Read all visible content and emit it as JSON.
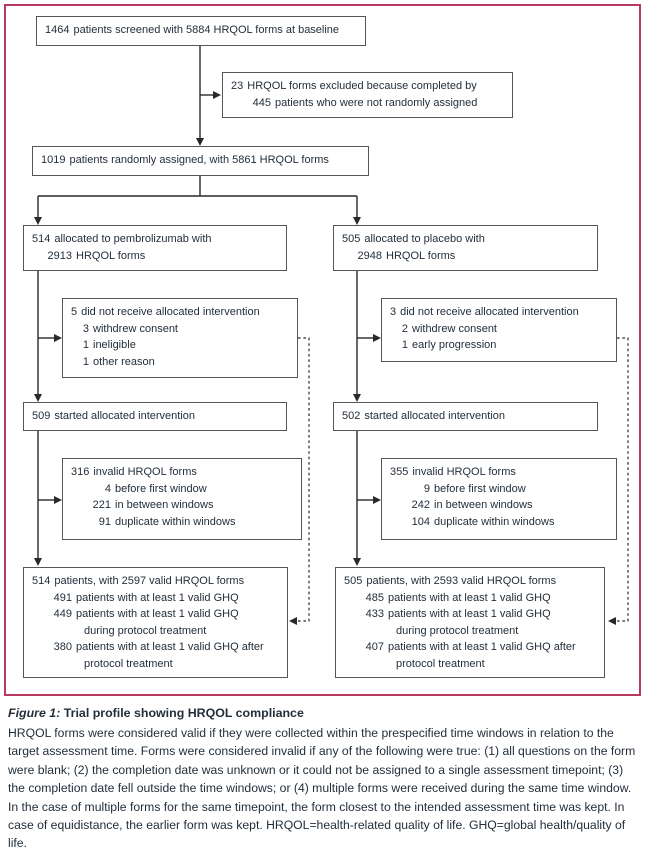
{
  "figure": {
    "colors": {
      "frame_pink": "#b93a5e",
      "box_border_gray": "#54565a",
      "text_ink": "#232f3b",
      "connector": "#27292b"
    },
    "boxes": {
      "screened": {
        "lines": [
          {
            "n": "1464",
            "t": "patients screened with 5884 HRQOL forms at baseline",
            "lvl": 0
          }
        ]
      },
      "excluded": {
        "lines": [
          {
            "n": "23",
            "t": "HRQOL forms excluded because completed by",
            "lvl": 0
          },
          {
            "n": "445",
            "t": "patients who were not randomly assigned",
            "lvl": 1
          }
        ]
      },
      "randomized": {
        "lines": [
          {
            "n": "1019",
            "t": "patients randomly assigned, with 5861 HRQOL forms",
            "lvl": 0
          }
        ]
      },
      "alloc_pembro": {
        "lines": [
          {
            "n": "514",
            "t": "allocated to pembrolizumab with",
            "lvl": 0
          },
          {
            "n": "2913",
            "t": "HRQOL forms",
            "lvl": 1
          }
        ]
      },
      "alloc_placebo": {
        "lines": [
          {
            "n": "505",
            "t": "allocated to placebo with",
            "lvl": 0
          },
          {
            "n": "2948",
            "t": "HRQOL forms",
            "lvl": 1
          }
        ]
      },
      "notrecv_pembro": {
        "lines": [
          {
            "n": "5",
            "t": "did not receive allocated intervention",
            "lvl": 0
          },
          {
            "n": "3",
            "t": "withdrew consent",
            "lvl": 1
          },
          {
            "n": "1",
            "t": "ineligible",
            "lvl": 1
          },
          {
            "n": "1",
            "t": "other reason",
            "lvl": 1
          }
        ]
      },
      "notrecv_placebo": {
        "lines": [
          {
            "n": "3",
            "t": "did not receive allocated intervention",
            "lvl": 0
          },
          {
            "n": "2",
            "t": "withdrew consent",
            "lvl": 1
          },
          {
            "n": "1",
            "t": "early progression",
            "lvl": 1
          }
        ]
      },
      "started_pembro": {
        "lines": [
          {
            "n": "509",
            "t": "started allocated intervention",
            "lvl": 0
          }
        ]
      },
      "started_placebo": {
        "lines": [
          {
            "n": "502",
            "t": "started allocated intervention",
            "lvl": 0
          }
        ]
      },
      "invalid_pembro": {
        "lines": [
          {
            "n": "316",
            "t": "invalid HRQOL forms",
            "lvl": 0
          },
          {
            "n": "4",
            "t": "before first window",
            "lvl": 1
          },
          {
            "n": "221",
            "t": "in between windows",
            "lvl": 1
          },
          {
            "n": "91",
            "t": "duplicate within windows",
            "lvl": 1
          }
        ]
      },
      "invalid_placebo": {
        "lines": [
          {
            "n": "355",
            "t": "invalid HRQOL forms",
            "lvl": 0
          },
          {
            "n": "9",
            "t": "before first window",
            "lvl": 1
          },
          {
            "n": "242",
            "t": "in between windows",
            "lvl": 1
          },
          {
            "n": "104",
            "t": "duplicate within windows",
            "lvl": 1
          }
        ]
      },
      "valid_pembro": {
        "lines": [
          {
            "n": "514",
            "t": "patients, with 2597 valid HRQOL forms",
            "lvl": 0
          },
          {
            "n": "491",
            "t": "patients with at least 1 valid GHQ",
            "lvl": 1
          },
          {
            "n": "449",
            "t": "patients with at least 1 valid GHQ",
            "lvl": 1
          },
          {
            "n": "",
            "t": "during protocol treatment",
            "lvl": 2
          },
          {
            "n": "380",
            "t": "patients with at least 1 valid GHQ after",
            "lvl": 1
          },
          {
            "n": "",
            "t": "protocol treatment",
            "lvl": 2
          }
        ]
      },
      "valid_placebo": {
        "lines": [
          {
            "n": "505",
            "t": "patients, with 2593 valid HRQOL forms",
            "lvl": 0
          },
          {
            "n": "485",
            "t": "patients with at least 1 valid GHQ",
            "lvl": 1
          },
          {
            "n": "433",
            "t": "patients with at least 1 valid GHQ",
            "lvl": 1
          },
          {
            "n": "",
            "t": "during protocol treatment",
            "lvl": 2
          },
          {
            "n": "407",
            "t": "patients with at least 1 valid GHQ after",
            "lvl": 1
          },
          {
            "n": "",
            "t": "protocol treatment",
            "lvl": 2
          }
        ]
      }
    }
  },
  "caption": {
    "label": "Figure 1:",
    "title": "Trial profile showing HRQOL compliance",
    "body": "HRQOL forms were considered valid if they were collected within the prespecified time windows in relation to the target assessment time. Forms were considered invalid if any of the following were true: (1) all questions on the form were blank; (2) the completion date was unknown or it could not be assigned to a single assessment timepoint; (3) the completion date fell outside the time windows; or (4) multiple forms were received during the same time window. In the case of multiple forms for the same timepoint, the form closest to the intended assessment time was kept. In case of equidistance, the earlier form was kept. HRQOL=health-related quality of life. GHQ=global health/quality of life."
  }
}
